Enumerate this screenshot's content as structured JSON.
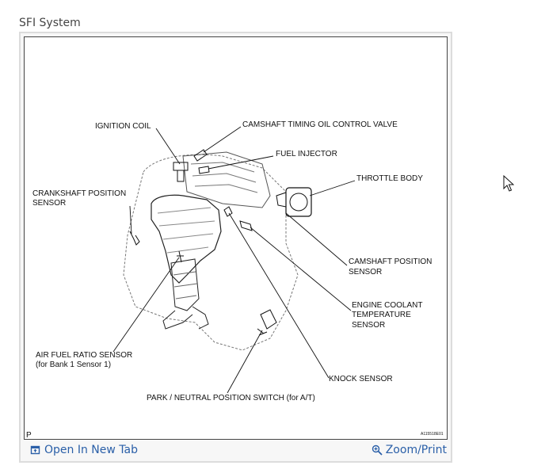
{
  "page": {
    "caption": "SFI System"
  },
  "figure": {
    "labels": {
      "ignition_coil": "IGNITION COIL",
      "camshaft_timing_ocv": "CAMSHAFT TIMING OIL CONTROL VALVE",
      "fuel_injector": "FUEL INJECTOR",
      "throttle_body": "THROTTLE BODY",
      "crankshaft_sensor_1": "CRANKSHAFT POSITION",
      "crankshaft_sensor_2": "SENSOR",
      "camshaft_sensor_1": "CAMSHAFT POSITION",
      "camshaft_sensor_2": "SENSOR",
      "coolant_1": "ENGINE COOLANT",
      "coolant_2": "TEMPERATURE",
      "coolant_3": "SENSOR",
      "af_sensor_1": "AIR FUEL RATIO SENSOR",
      "af_sensor_2": "(for Bank 1 Sensor 1)",
      "knock_sensor": "KNOCK SENSOR",
      "park_neutral": "PARK / NEUTRAL POSITION SWITCH (for A/T)",
      "corner_mark": "P",
      "figure_code": "A115518E01"
    }
  },
  "footer": {
    "open_tab": "Open In New Tab",
    "zoom_print": "Zoom/Print"
  },
  "colors": {
    "link": "#2a5fa8",
    "frame": "#dcdcdc"
  },
  "icons": {
    "open_tab": "open-new-tab-icon",
    "zoom": "zoom-in-icon",
    "cursor": "mouse-pointer-icon"
  }
}
